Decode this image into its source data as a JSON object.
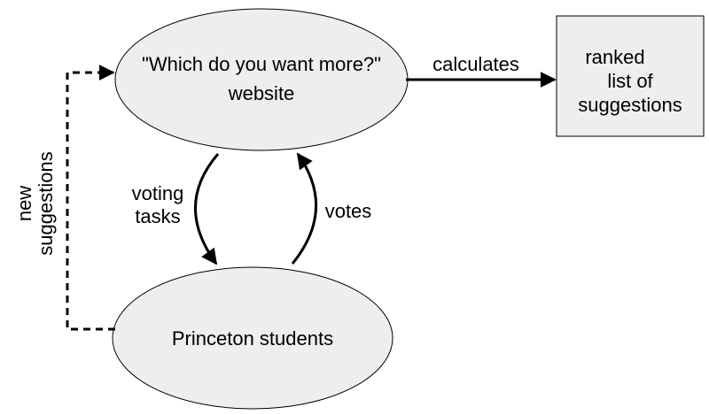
{
  "nodes": {
    "website": {
      "line1": "\"Which do you want more?\"",
      "line2": "website"
    },
    "students": {
      "label": "Princeton students"
    },
    "ranked_list": {
      "line1": "ranked",
      "line2": "list of",
      "line3": "suggestions"
    }
  },
  "edges": {
    "calculates": "calculates",
    "voting_tasks": {
      "line1": "voting",
      "line2": "tasks"
    },
    "votes": "votes",
    "new_suggestions": {
      "line1": "new",
      "line2": "suggestions"
    }
  },
  "colors": {
    "ellipse_fill": "#eeeeee",
    "box_fill": "#eeeeee",
    "stroke": "#000000"
  }
}
